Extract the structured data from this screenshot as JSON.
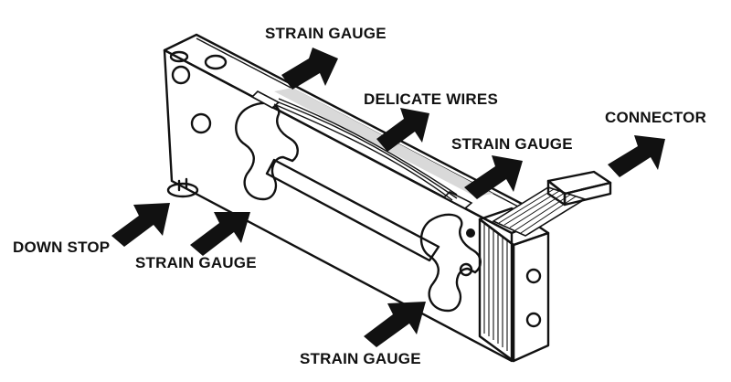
{
  "labels": {
    "strain_gauge_top": "STRAIN GAUGE",
    "delicate_wires": "DELICATE WIRES",
    "connector": "CONNECTOR",
    "strain_gauge_right": "STRAIN GAUGE",
    "down_stop": "DOWN STOP",
    "strain_gauge_left": "STRAIN GAUGE",
    "strain_gauge_bottom": "STRAIN GAUGE"
  }
}
